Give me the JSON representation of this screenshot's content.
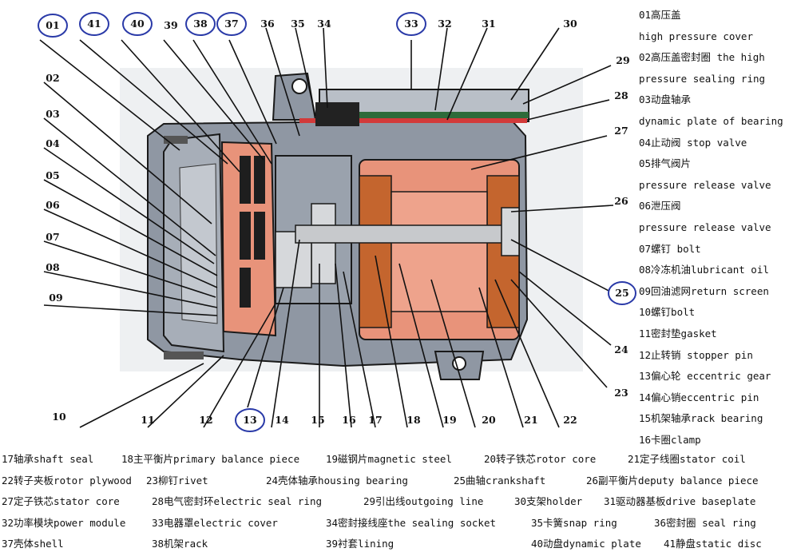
{
  "callouts": [
    "01",
    "41",
    "40",
    "39",
    "38",
    "37",
    "36",
    "35",
    "34",
    "33",
    "32",
    "31",
    "30",
    "29",
    "28",
    "27",
    "26",
    "25",
    "24",
    "23",
    "02",
    "03",
    "04",
    "05",
    "06",
    "07",
    "08",
    "09",
    "10",
    "11",
    "12",
    "13",
    "14",
    "15",
    "16",
    "17",
    "18",
    "19",
    "20",
    "21",
    "22"
  ],
  "legend_right": [
    "01高压盖",
    "high pressure cover",
    "02高压盖密封圈 the high",
    "pressure sealing ring",
    "03动盘轴承",
    "dynamic plate of bearing",
    "04止动阀 stop valve",
    "05排气阀片",
    "pressure release valve",
    "06泄压阀",
    "pressure release valve",
    "07螺钉 bolt",
    "08冷冻机油lubricant oil",
    "09回油滤网return screen",
    "10螺钉bolt",
    "11密封垫gasket",
    "12止转销 stopper pin",
    "13偏心轮 eccentric gear",
    "14偏心销eccentric pin",
    "15机架轴承rack bearing",
    "16卡圈clamp"
  ],
  "legend_bottom": [
    [
      "17轴承shaft seal",
      "18主平衡片primary balance piece",
      "19磁钢片magnetic steel",
      "20转子铁芯rotor core",
      "21定子线圈stator coil"
    ],
    [
      "22转子夹板rotor plywood",
      "23柳钉rivet",
      "24壳体轴承housing bearing",
      "25曲轴crankshaft",
      "26副平衡片deputy balance piece"
    ],
    [
      "27定子铁芯stator core",
      "28电气密封环electric seal ring",
      "29引出线outgoing line",
      "30支架holder",
      "31驱动器基板drive baseplate"
    ],
    [
      "32功率模块power module",
      "33电器罩electric cover",
      "34密封接线座the sealing socket",
      "35卡簧snap ring",
      "36密封圈 seal ring"
    ],
    [
      "37壳体shell",
      "38机架rack",
      "39衬套lining",
      "40动盘dynamic plate",
      "41静盘static disc"
    ]
  ],
  "colors": {
    "housing": "#8f97a3",
    "copper": "#e8937a",
    "shaft": "#c7c9cc",
    "winding": "#c4652e",
    "callout_ring": "#2a3aa8",
    "board": "#2e6b3a",
    "seal": "#d23a3a"
  }
}
